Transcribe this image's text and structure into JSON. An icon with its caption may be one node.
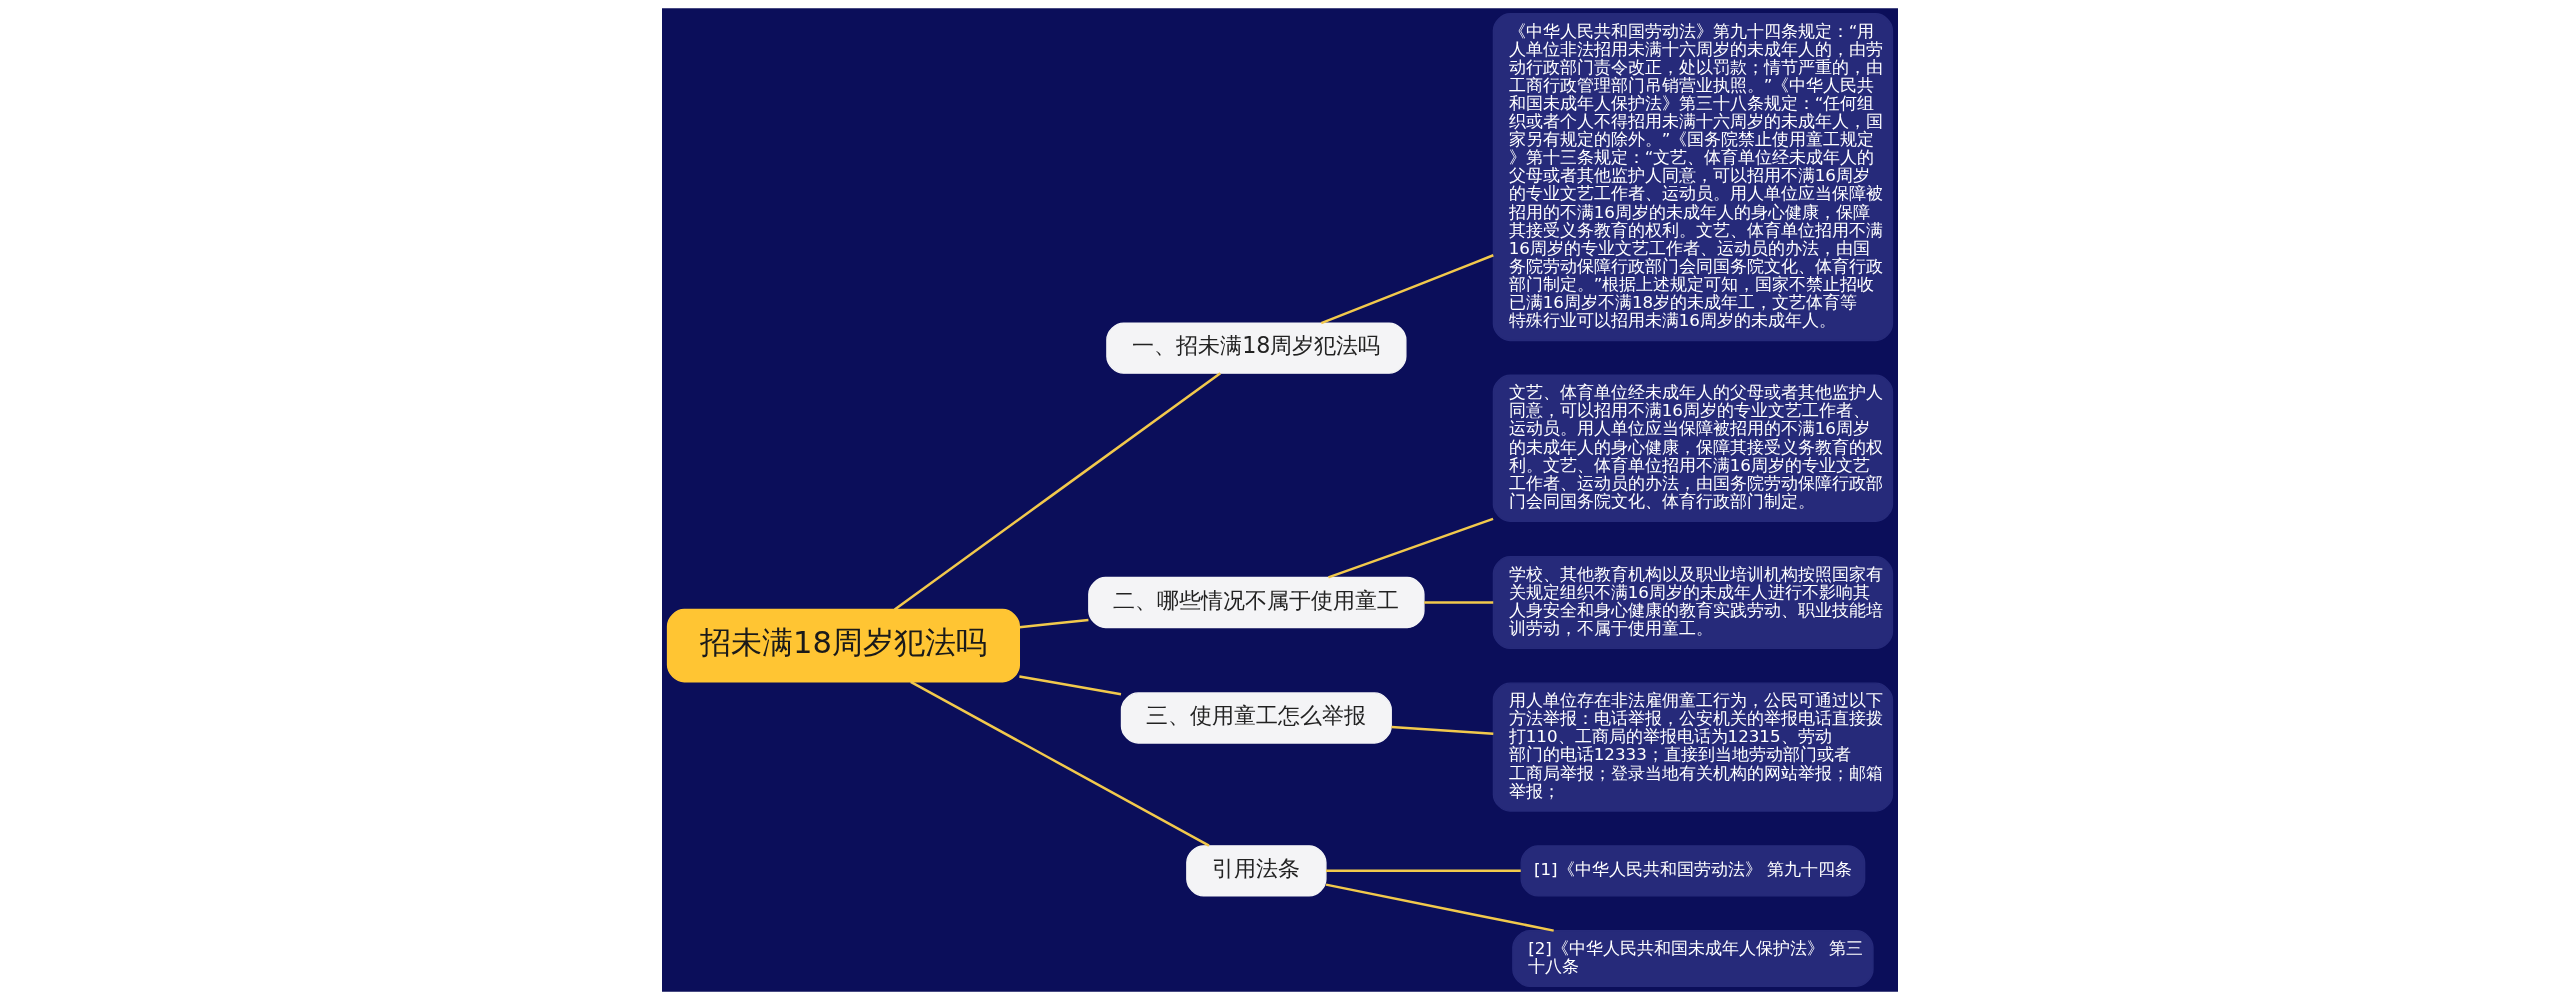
{
  "diagram": {
    "nodes": [
      {
        "text": [
          "招未满18周岁犯法吗"
        ]
      },
      {
        "text": [
          "一、招未满18周岁犯法吗"
        ]
      },
      {
        "text": [
          "《中华人民共和国劳动法》第九十四条规定：“用人单位非法招用未满十六周岁的未成年人的，由劳动行政部门责令改正，处以罚款；情节严重的，由工商行政管理部门吊销营业执照。”《中华人民共和国未成年人保护法》第三十八条规定：“任何组织或者个人不得招用未满十六周岁的未成年人，国家另有规定的除外。”《国务院禁止使用童工规定》第十三条规定：“文艺、体育单位经未成年人的父母或者其他监护人同意，可以招用不满16周岁的专业文艺工作者、运动员。用人单位应当保障被招用的不满16周岁的未成年人的身心健康，保障其接受义务教育的权利。文艺、体育单位招用不满16周岁的专业文艺工作者、运动员的办法，由国务院劳动保障行政部门会同国务院文化、体育行政部门制定。”根据上述规定可知，国家不禁止招收已满16周岁不满18岁的未成年工，文艺体育等特殊行业可以招用未满16周岁的未成年人。"
        ]
      },
      {
        "text": [
          "二、哪些情况不属于使用童工"
        ]
      },
      {
        "text": [
          "文艺、体育单位经未成年人的父母或者其他监护人同意，可以招用不满16周岁的专业文艺工作者、运动员。用人单位应当保障被招用的不满16周岁的未成年人的身心健康，保障其接受义务教育的权利。文艺、体育单位招用不满16周岁的专业文艺工作者、运动员的办法，由国务院劳动保障行政部门会同国务院文化、体育行政部门制定。"
        ]
      },
      {
        "text": [
          "学校、其他教育机构以及职业培训机构按照国家有关规定组织不满16周岁的未成年人进行不影响其人身安全和身心健康的教育实践劳动、职业技能培训劳动，不属于使用童工。"
        ]
      },
      {
        "text": [
          "三、使用童工怎么举报"
        ]
      },
      {
        "text": [
          "用人单位存在非法雇佣童工行为，公民可通过以下方法举报：电话举报，公安机关的举报电话直接拨打110、工商局的举报电话为12315、劳动部门的电话12333；直接到当地劳动部门或者工商局举报；登录当地有关机构的网站举报；邮箱举报；"
        ]
      },
      {
        "text": [
          "引用法条"
        ]
      },
      {
        "text": [
          "[1]《中华人民共和国劳动法》 第九十四条"
        ]
      },
      {
        "text": [
          "[2]《中华人民共和国未成年人保护法》 第三十八条"
        ]
      }
    ],
    "edges": [
      {
        "from": 0,
        "to": 1,
        "arrow": "none"
      },
      {
        "from": 1,
        "to": 2,
        "arrow": "none"
      },
      {
        "from": 0,
        "to": 3,
        "arrow": "none"
      },
      {
        "from": 3,
        "to": 4,
        "arrow": "none"
      },
      {
        "from": 3,
        "to": 5,
        "arrow": "none"
      },
      {
        "from": 0,
        "to": 6,
        "arrow": "none"
      },
      {
        "from": 6,
        "to": 7,
        "arrow": "none"
      },
      {
        "from": 0,
        "to": 8,
        "arrow": "none"
      },
      {
        "from": 8,
        "to": 9,
        "arrow": "none"
      },
      {
        "from": 8,
        "to": 10,
        "arrow": "none"
      }
    ]
  }
}
